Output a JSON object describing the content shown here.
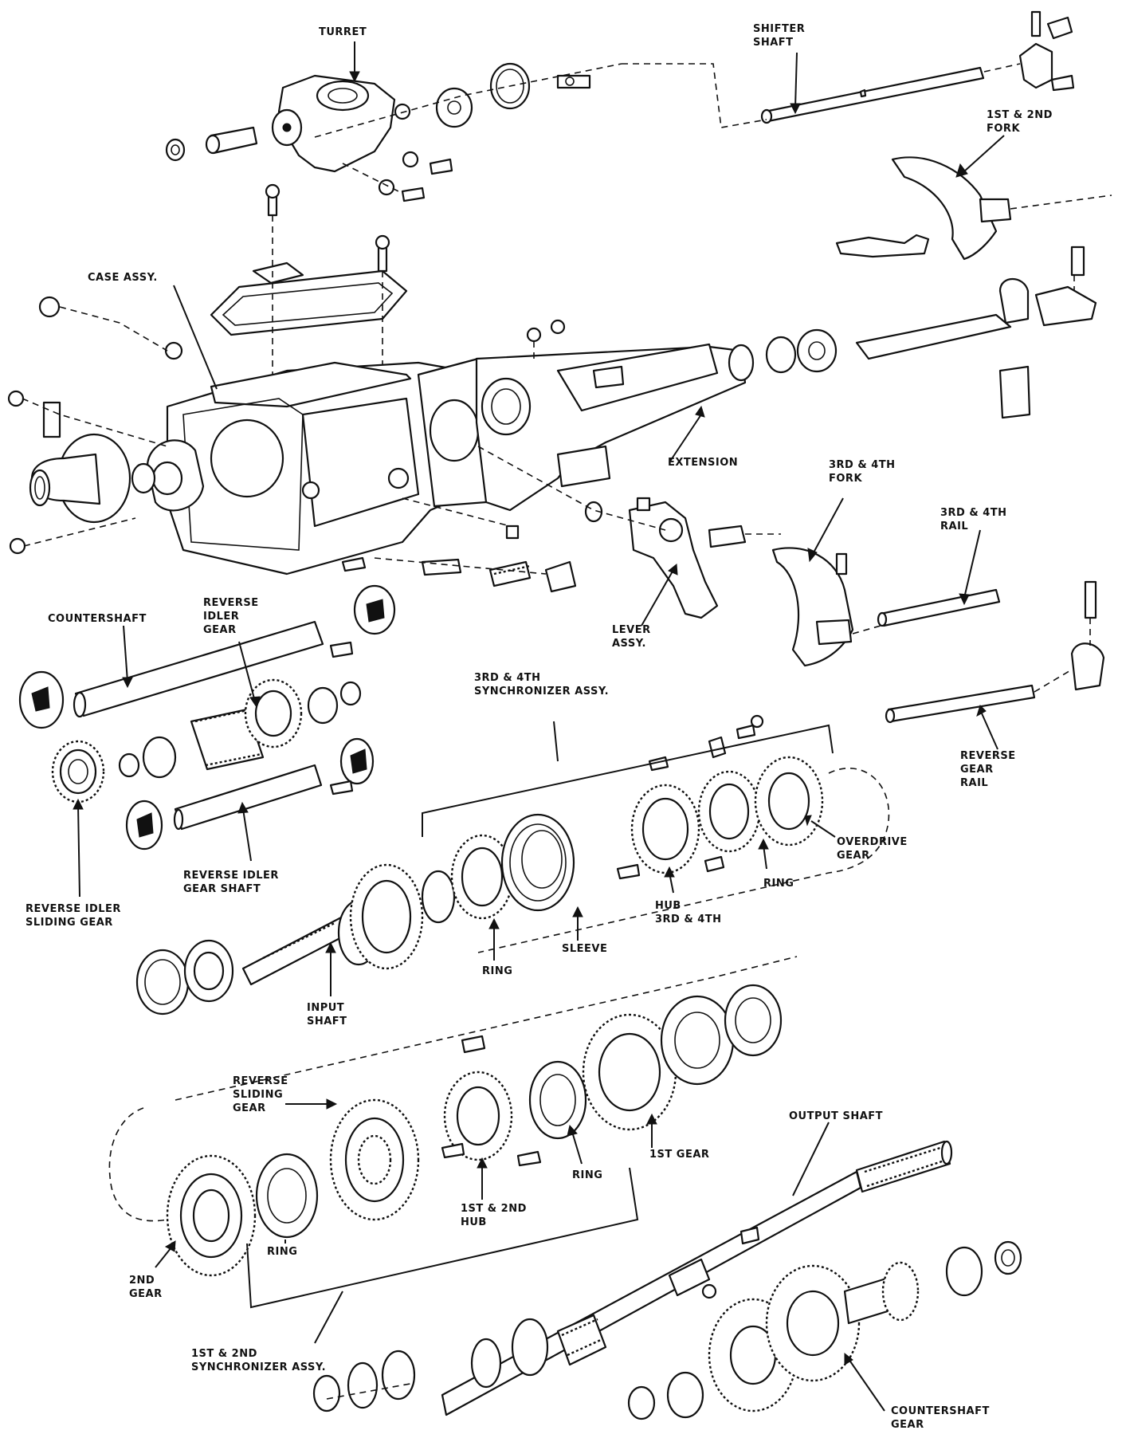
{
  "labels": {
    "turret": "TURRET",
    "shifter_shaft": "SHIFTER\nSHAFT",
    "fork_1st_2nd": "1ST & 2ND\nFORK",
    "case_assy": "CASE ASSY.",
    "extension": "EXTENSION",
    "fork_3rd_4th": "3RD & 4TH\nFORK",
    "rail_3rd_4th": "3RD & 4TH\nRAIL",
    "countershaft": "COUNTERSHAFT",
    "reverse_idler_gear": "REVERSE\nIDLER\nGEAR",
    "lever_assy": "LEVER\nASSY.",
    "synchronizer_3rd_4th": "3RD & 4TH\nSYNCHRONIZER ASSY.",
    "reverse_gear_rail": "REVERSE\nGEAR\nRAIL",
    "overdrive_gear": "OVERDRIVE\nGEAR",
    "ring_a": "RING",
    "hub_3rd_4th": "HUB\n3RD & 4TH",
    "reverse_idler_gear_shaft": "REVERSE IDLER\nGEAR SHAFT",
    "reverse_idler_sliding_gear": "REVERSE IDLER\nSLIDING GEAR",
    "sleeve": "SLEEVE",
    "ring_b": "RING",
    "input_shaft": "INPUT\nSHAFT",
    "reverse_sliding_gear": "REVERSE\nSLIDING\nGEAR",
    "output_shaft": "OUTPUT SHAFT",
    "first_gear": "1ST GEAR",
    "ring_c": "RING",
    "hub_1st_2nd": "1ST & 2ND\nHUB",
    "ring_d": "RING",
    "second_gear": "2ND\nGEAR",
    "synchronizer_1st_2nd": "1ST & 2ND\nSYNCHRONIZER ASSY.",
    "countershaft_gear": "COUNTERSHAFT\nGEAR"
  }
}
